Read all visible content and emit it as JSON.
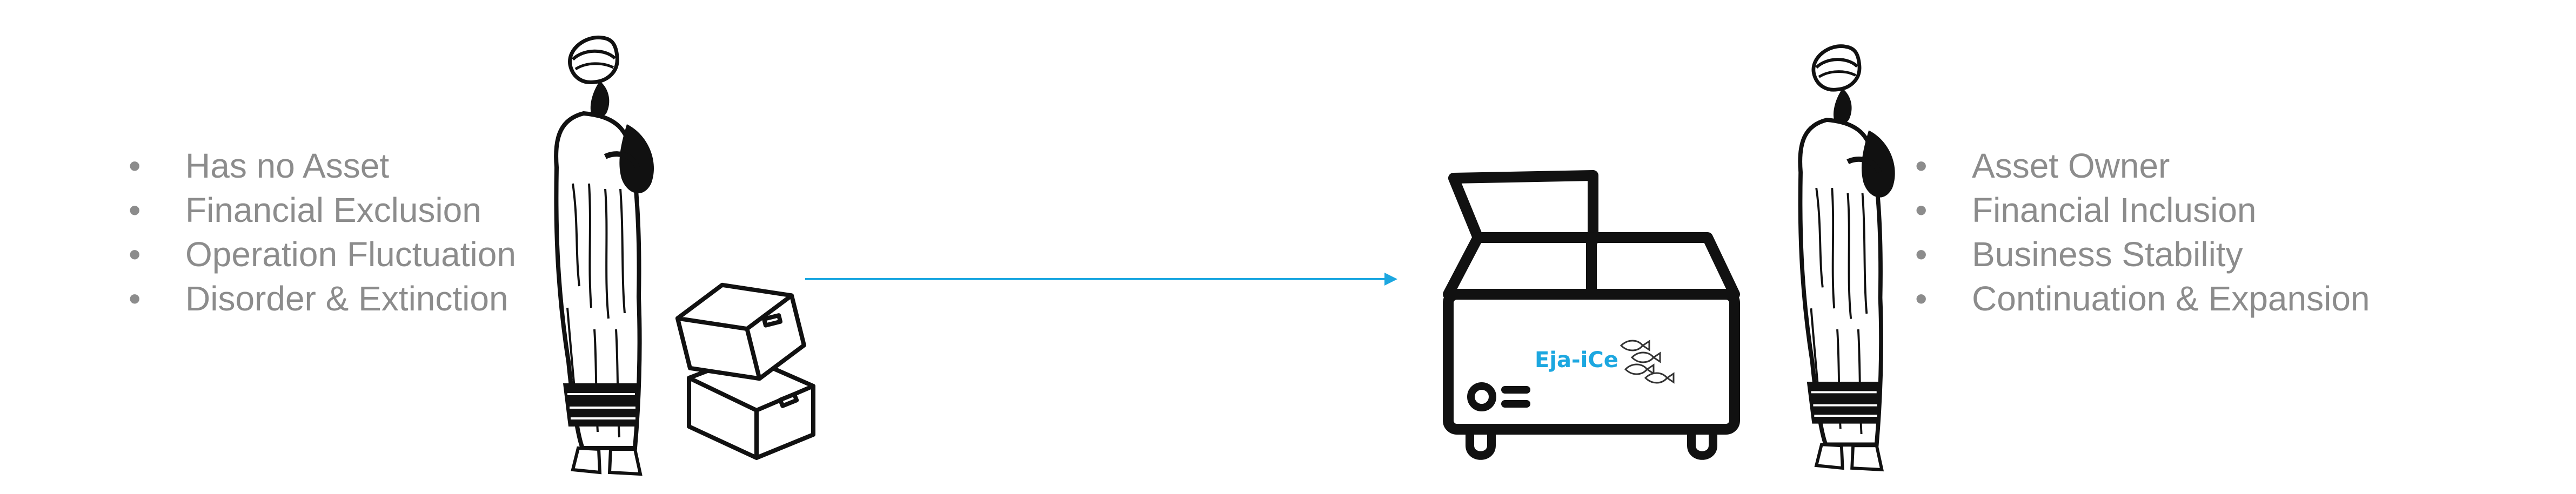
{
  "before": {
    "bullet_symbol": "•",
    "items": [
      "Has no Asset",
      "Financial Exclusion",
      "Operation Fluctuation",
      "Disorder & Extinction"
    ]
  },
  "after": {
    "bullet_symbol": "•",
    "items": [
      "Asset Owner",
      "Financial Inclusion",
      "Business Stability",
      "Continuation & Expansion"
    ]
  },
  "freezer": {
    "brand": "Eja-iCe"
  },
  "colors": {
    "text": "#8c8c8c",
    "arrow": "#1ca7e0",
    "brand": "#1ca7e0",
    "ink": "#111111"
  },
  "icons": [
    "woman-figure-icon",
    "cardboard-boxes-icon",
    "arrow-right-icon",
    "chest-freezer-icon",
    "fish-logo-icon"
  ]
}
